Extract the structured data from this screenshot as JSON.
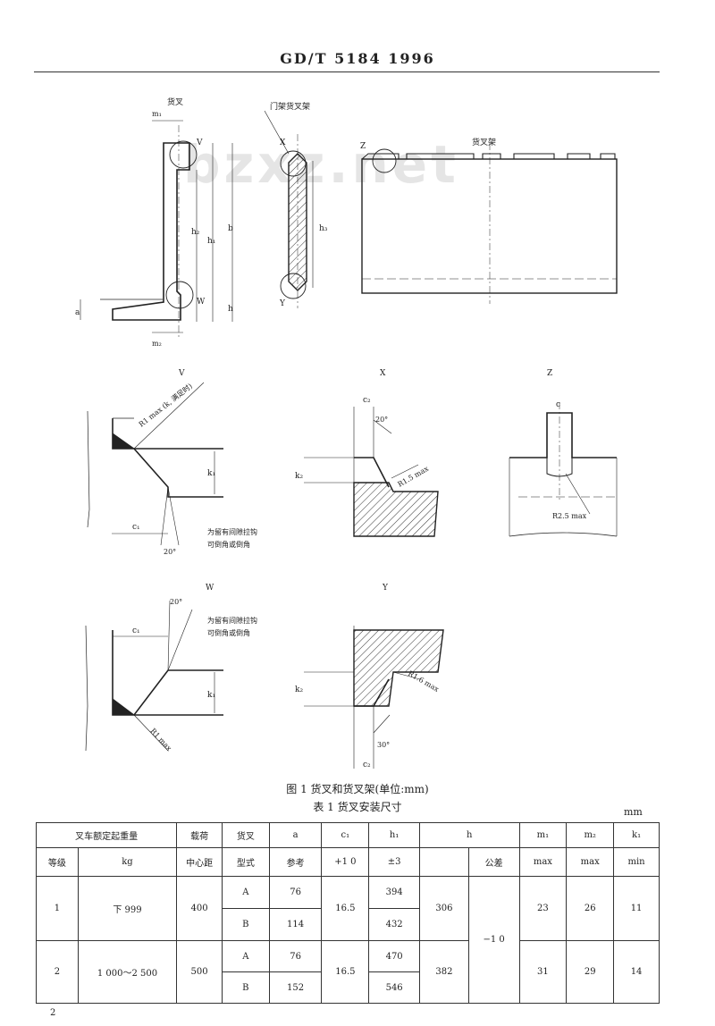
{
  "header": {
    "title": "GD/T 5184  1996"
  },
  "watermark": "bzxz.net",
  "top_labels": {
    "fork": "货叉",
    "carriage_plate": "门架货叉架",
    "fork_carriage": "货叉架",
    "m1": "m₁",
    "m2": "m₂",
    "a": "a",
    "h1": "h₁",
    "h2": "h₂",
    "h3": "h₃",
    "b": "b",
    "h": "h",
    "V": "V",
    "W": "W",
    "X": "X",
    "Y": "Y",
    "Z": "Z"
  },
  "detail_labels": {
    "V_title": "V",
    "X_title": "X",
    "Z_title": "Z",
    "W_title": "W",
    "Y_title": "Y",
    "V_radius": "R1 max (k, 满足时)",
    "X_radius": "R1.5 max",
    "Z_radius": "R2.5 max",
    "Y_radius": "R1.6 max",
    "W_radius": "R1 max",
    "angle_20": "20°",
    "angle_30": "30°",
    "note_chamfer": "为留有间隙拉钩",
    "note_chamfer2": "可倒角或倒角",
    "c1": "c₁",
    "c2": "c₂",
    "k1": "k₁",
    "k2": "k₂",
    "c": "c"
  },
  "figure_caption": "图 1  货叉和货叉架(单位:mm)",
  "table_caption": "表 1  货叉安装尺寸",
  "table_unit": "mm",
  "table": {
    "h_load_cap": "叉车额定起重量",
    "h_grade": "等级",
    "h_kg": "kg",
    "h_load_center": "载荷",
    "h_load_center2": "中心距",
    "h_fork": "货叉",
    "h_fork2": "型式",
    "h_a": "a",
    "h_a2": "参考",
    "h_c1": "c₁",
    "h_c1_tol": "+1 0",
    "h_h1": "h₁",
    "h_h1_tol": "±3",
    "h_h": "h",
    "h_tol": "公差",
    "h_m1": "m₁",
    "h_m1b": "max",
    "h_m2": "m₂",
    "h_m2b": "max",
    "h_k1": "k₁",
    "h_k1b": "min",
    "rows": [
      {
        "grade": "1",
        "kg": "下 999",
        "center": "400",
        "type_a": "A",
        "type_b": "B",
        "a_a": "76",
        "a_b": "114",
        "c1": "16.5",
        "h1_a": "394",
        "h1_b": "432",
        "h": "306",
        "tol": "−1 0",
        "m1": "23",
        "m2": "26",
        "k1": "11"
      },
      {
        "grade": "2",
        "kg": "1 000～2 500",
        "center": "500",
        "type_a": "A",
        "type_b": "B",
        "a_a": "76",
        "a_b": "152",
        "c1": "16.5",
        "h1_a": "470",
        "h1_b": "546",
        "h": "382",
        "tol": "",
        "m1": "31",
        "m2": "29",
        "k1": "14"
      }
    ]
  },
  "page_number": "2"
}
